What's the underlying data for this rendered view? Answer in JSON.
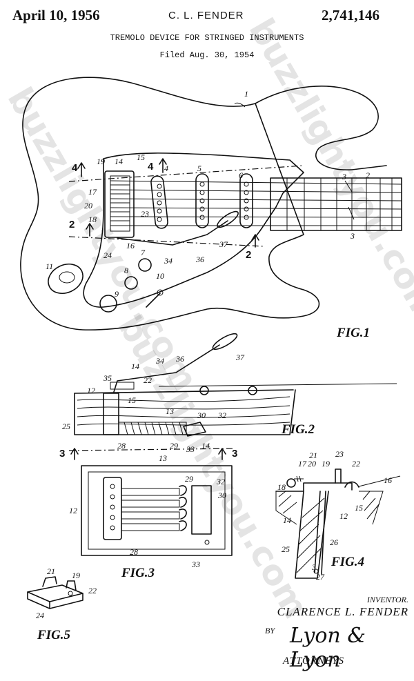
{
  "header": {
    "date": "April 10, 1956",
    "inventor_name": "C. L. FENDER",
    "patent_number": "2,741,146",
    "title": "TREMOLO DEVICE FOR STRINGED INSTRUMENTS",
    "filed": "Filed Aug. 30, 1954"
  },
  "figures": {
    "fig1": "FIG.1",
    "fig2": "FIG.2",
    "fig3": "FIG.3",
    "fig4": "FIG.4",
    "fig5": "FIG.5"
  },
  "section_marks": {
    "four": "4",
    "two": "2",
    "three": "3"
  },
  "reference_numerals": {
    "n1": "1",
    "n2": "2",
    "n3": "3",
    "n4": "4",
    "n5": "5",
    "n6": "6",
    "n7": "7",
    "n8": "8",
    "n9": "9",
    "n10": "10",
    "n11": "11",
    "n12": "12",
    "n13": "13",
    "n14": "14",
    "n15": "15",
    "n16": "16",
    "n17": "17",
    "n18": "18",
    "n19": "19",
    "n20": "20",
    "n21": "21",
    "n22": "22",
    "n23": "23",
    "n24": "24",
    "n25": "25",
    "n26": "26",
    "n27": "27",
    "n28": "28",
    "n29": "29",
    "n30": "30",
    "n32": "32",
    "n33": "33",
    "n34": "34",
    "n35": "35",
    "n36": "36",
    "n37": "37"
  },
  "inventor_block": {
    "label": "INVENTOR.",
    "name": "CLARENCE L. FENDER",
    "by": "BY",
    "signature": "Lyon & Lyon",
    "attorneys": "ATTORNEYS"
  },
  "watermark": {
    "text": "buzzlightyou.com"
  }
}
